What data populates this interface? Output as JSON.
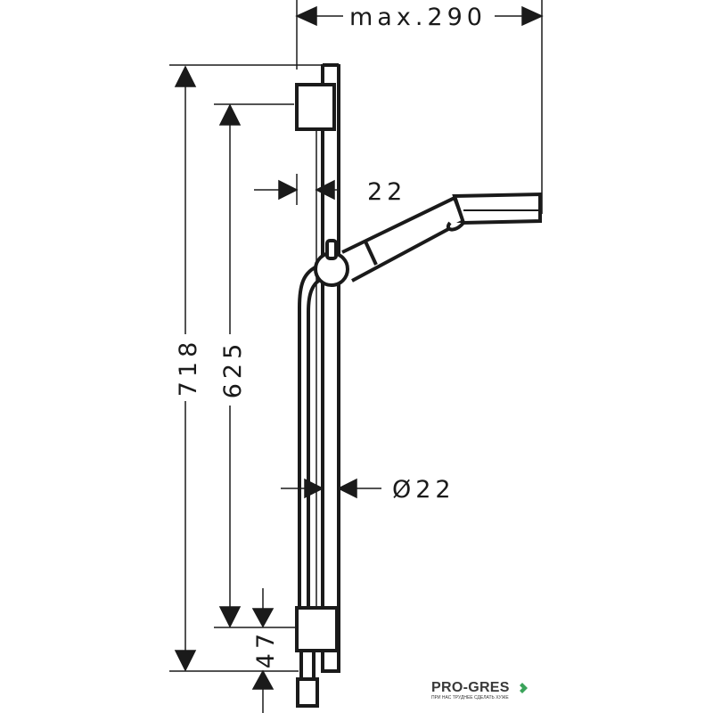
{
  "dimensions": {
    "max_projection": "max.290",
    "total_height": "718",
    "bracket_spacing": "625",
    "bottom_offset": "47",
    "wall_distance": "22",
    "rail_diameter": "Ø22"
  },
  "logo": {
    "name": "PRO-GRES",
    "tagline": "ПРИ НАС ТРУДНЕЕ СДЕЛАТЬ ХУЖЕ",
    "accent_color": "#3aa35a"
  }
}
